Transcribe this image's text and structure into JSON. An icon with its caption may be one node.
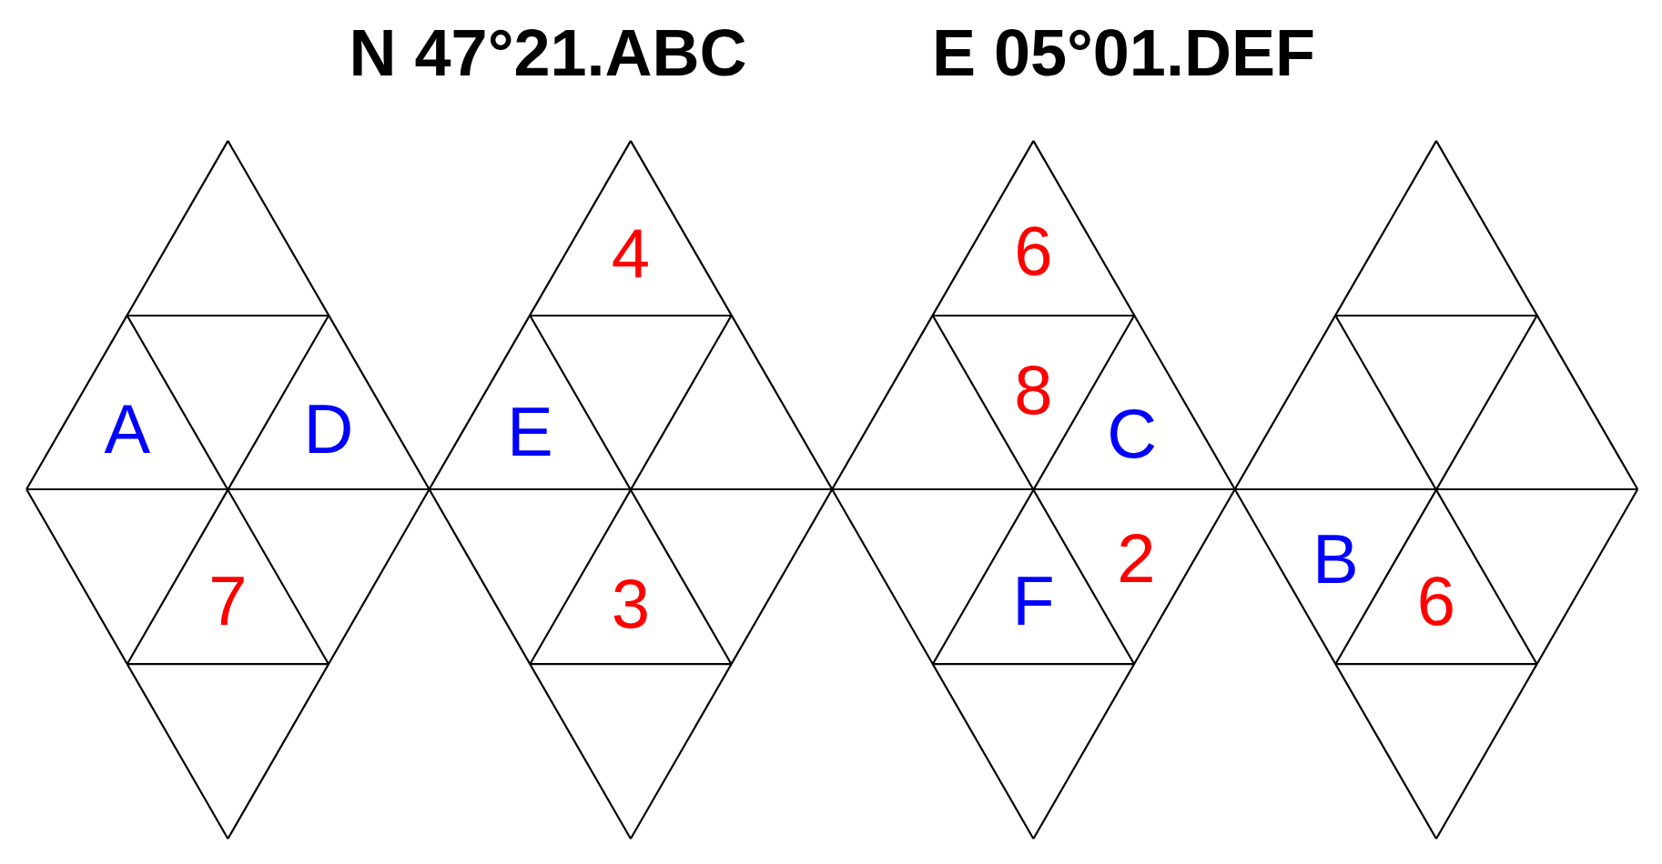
{
  "diagram": {
    "labels": [
      "N 47°21.ABC",
      "E 05°01.DEF",
      "4",
      "6",
      "A",
      "D",
      "E",
      "8",
      "C",
      "2",
      "B",
      "7",
      "3",
      "F",
      "6"
    ]
  }
}
